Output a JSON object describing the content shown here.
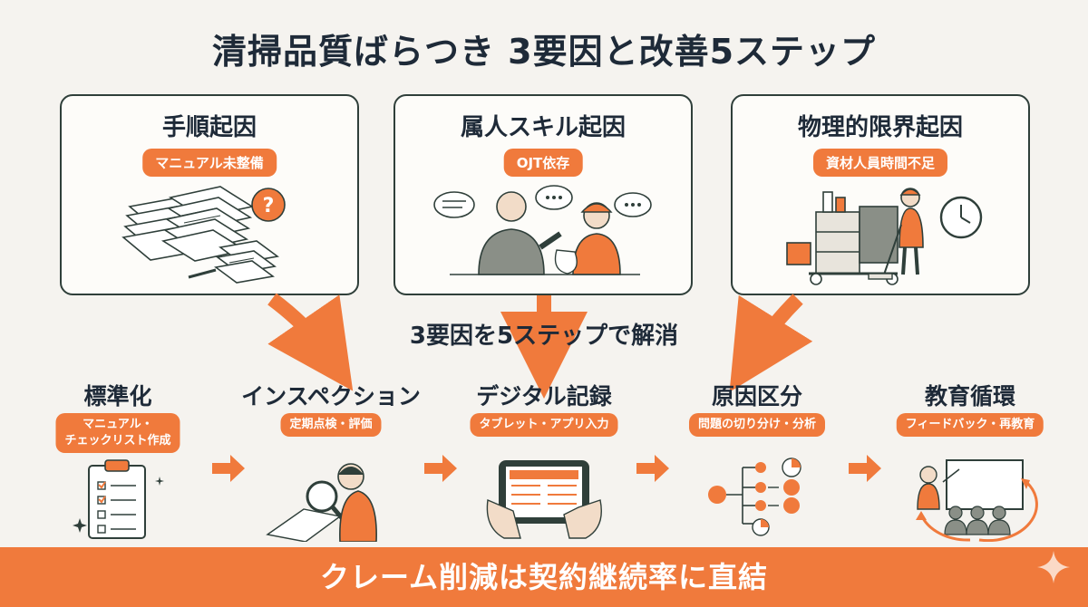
{
  "title": "清掃品質ばらつき 3要因と改善5ステップ",
  "causes": [
    {
      "title": "手順起因",
      "tag": "マニュアル未整備"
    },
    {
      "title": "属人スキル起因",
      "tag": "OJT依存"
    },
    {
      "title": "物理的限界起因",
      "tag": "資材人員時間不足"
    }
  ],
  "bridge_label": "3要因を5ステップで解消",
  "steps": [
    {
      "title": "標準化",
      "tag": "マニュアル・\nチェックリスト作成"
    },
    {
      "title": "インスペクション",
      "tag": "定期点検・評価"
    },
    {
      "title": "デジタル記録",
      "tag": "タブレット・アプリ入力"
    },
    {
      "title": "原因区分",
      "tag": "問題の切り分け・分析"
    },
    {
      "title": "教育循環",
      "tag": "フィードバック・再教育"
    }
  ],
  "footer": "クレーム削減は契約継続率に直結",
  "colors": {
    "accent": "#f07a3c",
    "ink": "#1e2a38",
    "background": "#f5f3ef"
  }
}
